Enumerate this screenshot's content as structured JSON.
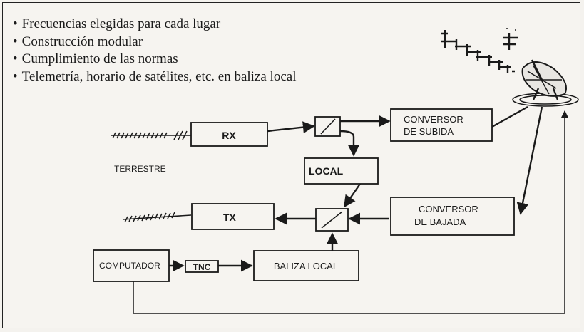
{
  "bullets": [
    "Frecuencias elegidas para cada lugar",
    "Construcción modular",
    "Cumplimiento de las normas",
    "Telemetría, horario de satélites, etc. en baliza local"
  ],
  "blocks": {
    "rx": "RX",
    "tx": "TX",
    "local": "LOCAL",
    "conversor_subida": [
      "CONVERSOR",
      "DE SUBIDA"
    ],
    "conversor_bajada": [
      "CONVERSOR",
      "DE BAJADA"
    ],
    "computador": "COMPUTADOR",
    "tnc": "TNC",
    "baliza_local": "BALIZA LOCAL"
  },
  "terrestre_label": "TERRESTRE"
}
